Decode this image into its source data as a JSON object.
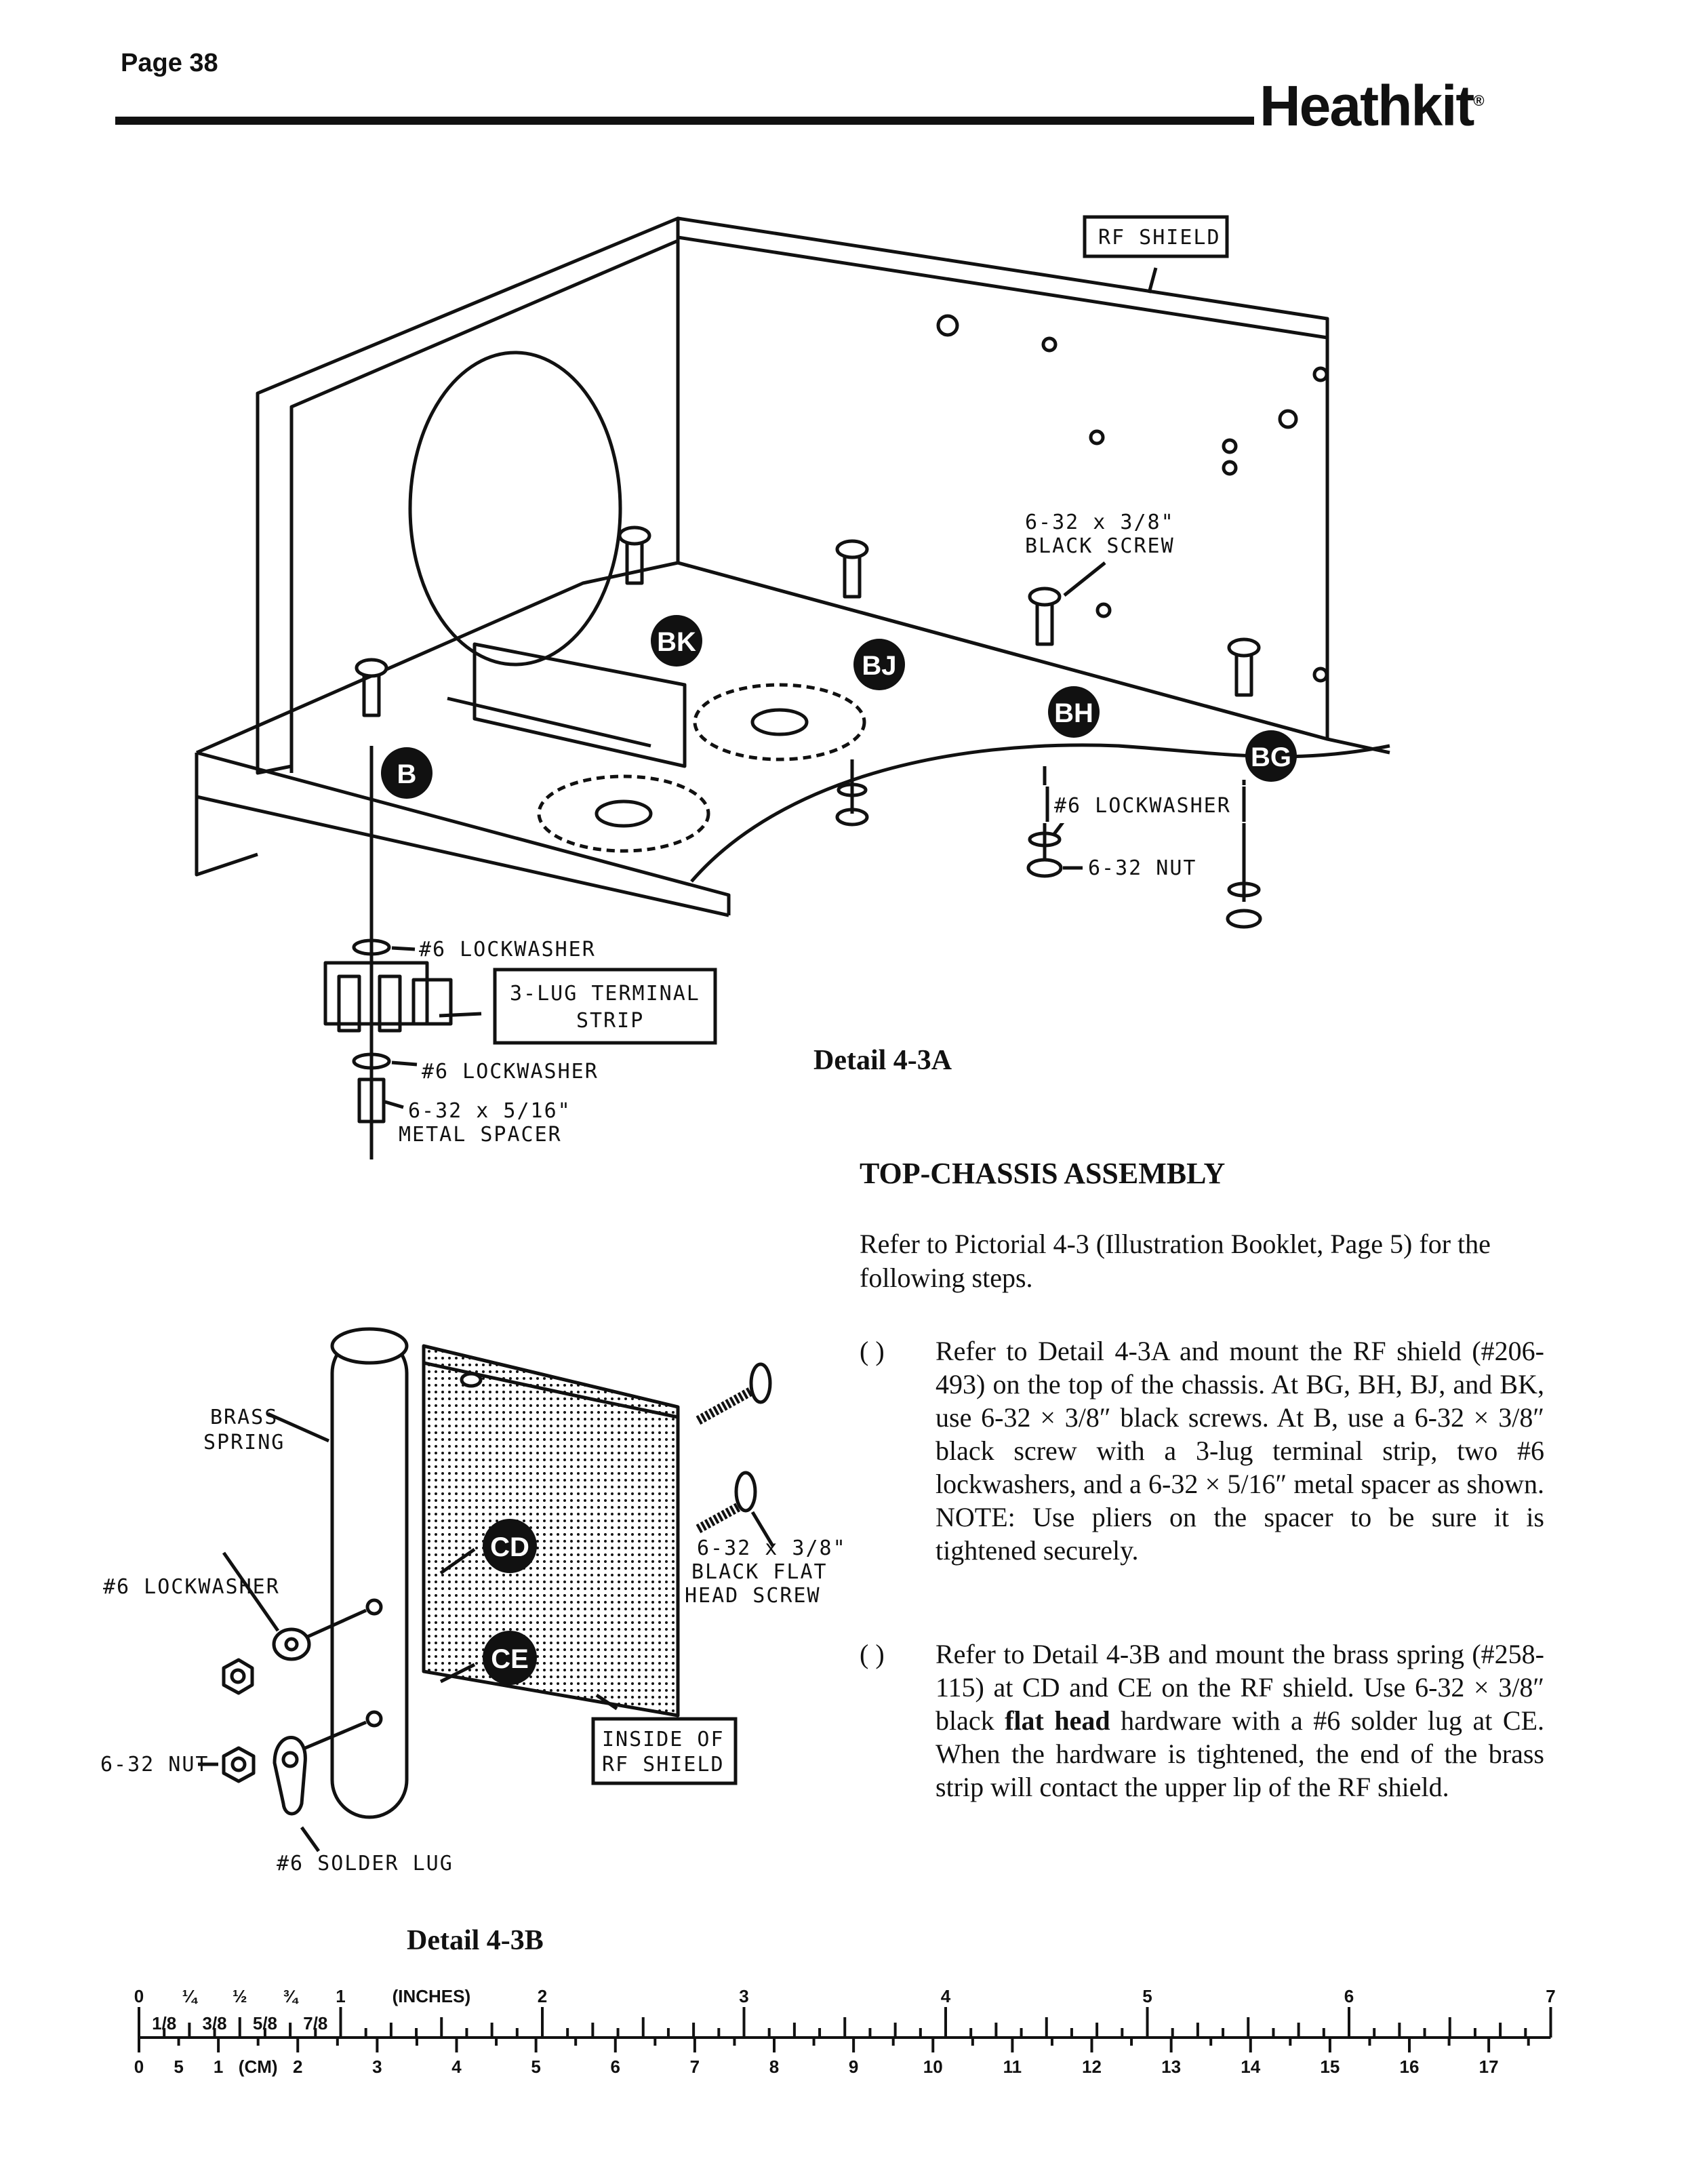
{
  "header": {
    "page_number": "Page 38",
    "brand": "Heathkit",
    "brand_mark": "®"
  },
  "detail_a": {
    "caption": "Detail 4-3A",
    "rf_shield": "RF SHIELD",
    "black_screw_line1": "6-32 x 3/8\"",
    "black_screw_line2": "BLACK SCREW",
    "lockwasher_right": "#6 LOCKWASHER",
    "nut_right": "6-32 NUT",
    "lockwasher_top": "#6 LOCKWASHER",
    "terminal_line1": "3-LUG TERMINAL",
    "terminal_line2": "STRIP",
    "lockwasher_bottom": "#6 LOCKWASHER",
    "spacer_line1": "6-32 x 5/16\"",
    "spacer_line2": "METAL SPACER",
    "marks": [
      "BK",
      "BJ",
      "BH",
      "BG",
      "B"
    ]
  },
  "detail_b": {
    "caption": "Detail 4-3B",
    "brass_line1": "BRASS",
    "brass_line2": "SPRING",
    "lockwasher": "#6 LOCKWASHER",
    "nut": "6-32 NUT",
    "solder_lug": "#6 SOLDER LUG",
    "screw_line1": "6-32 x 3/8\"",
    "screw_line2": "BLACK FLAT",
    "screw_line3": "HEAD SCREW",
    "inside_line1": "INSIDE OF",
    "inside_line2": "RF SHIELD",
    "marks": [
      "CD",
      "CE"
    ]
  },
  "instructions": {
    "title": "TOP-CHASSIS ASSEMBLY",
    "intro": "Refer to Pictorial 4-3 (Illustration Booklet, Page 5) for the following steps.",
    "checkbox": "( )",
    "step1": "Refer to Detail 4-3A and mount the RF shield (#206-493) on the top of the chassis. At BG, BH, BJ, and BK, use 6-32 × 3/8″ black screws. At B, use a 6-32 × 3/8″ black screw with a 3-lug terminal strip, two #6 lockwashers, and a 6-32 × 5/16″ metal spacer as shown. NOTE: Use pliers on the spacer to be sure it is tightened securely.",
    "step2_part1": "Refer to Detail 4-3B and mount the brass spring (#258-115) at CD and CE on the RF shield. Use 6-32 × 3/8″ black ",
    "step2_bold": "flat head",
    "step2_part2": " hardware with a #6 solder lug at CE. When the hardware is tightened, the end of the brass strip will contact the upper lip of the RF shield."
  },
  "ruler": {
    "inch_labels": [
      "0",
      "¼",
      "½",
      "¾",
      "1",
      "2",
      "3",
      "4",
      "5",
      "6",
      "7"
    ],
    "inch_fraction_labels": [
      "1/8",
      "3/8",
      "5/8",
      "7/8"
    ],
    "inches_unit": "(INCHES)",
    "cm_labels": [
      "0",
      "5",
      "1",
      "2",
      "3",
      "4",
      "5",
      "6",
      "7",
      "8",
      "9",
      "10",
      "11",
      "12",
      "13",
      "14",
      "15",
      "16",
      "17"
    ],
    "cm_unit": "(CM)"
  }
}
